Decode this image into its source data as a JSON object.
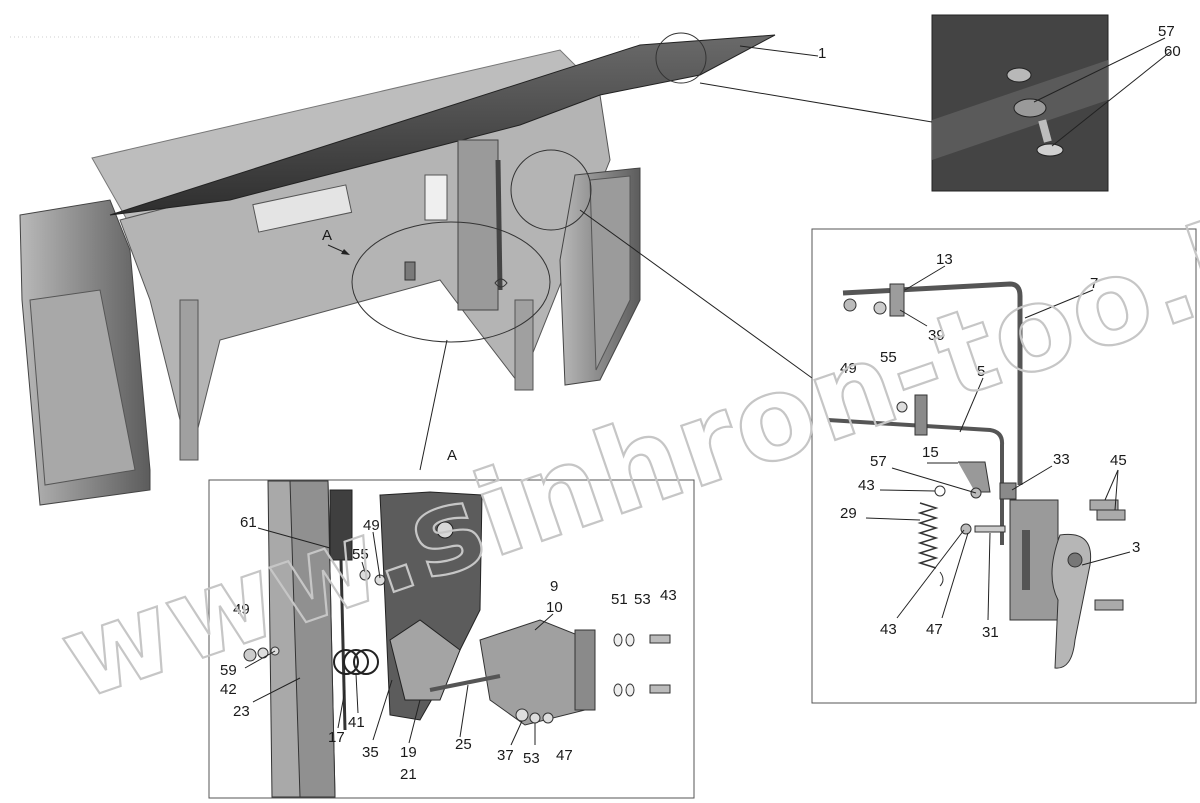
{
  "diagram": {
    "watermark": "www.sinhron-too.kz",
    "view_marker": "A",
    "view_marker_detail": "A",
    "main_labels": {
      "l1": "1"
    },
    "inset_labels": {
      "l57": "57",
      "l60": "60"
    },
    "right_panel_labels": {
      "l13": "13",
      "l7": "7",
      "l49": "49",
      "l55": "55",
      "l39": "39",
      "l5": "5",
      "l15": "15",
      "l33": "33",
      "l45": "45",
      "l57": "57",
      "l43a": "43",
      "l29": "29",
      "l3": "3",
      "l43b": "43",
      "l47": "47",
      "l31": "31"
    },
    "bottom_panel_labels": {
      "l61": "61",
      "l49a": "49",
      "l55": "55",
      "l49b": "49",
      "l59": "59",
      "l42": "42",
      "l23": "23",
      "l17": "17",
      "l41": "41",
      "l35": "35",
      "l19": "19",
      "l21": "21",
      "l25": "25",
      "l9": "9",
      "l10": "10",
      "l51": "51",
      "l53a": "53",
      "l43": "43",
      "l37": "37",
      "l53b": "53",
      "l47": "47"
    }
  }
}
